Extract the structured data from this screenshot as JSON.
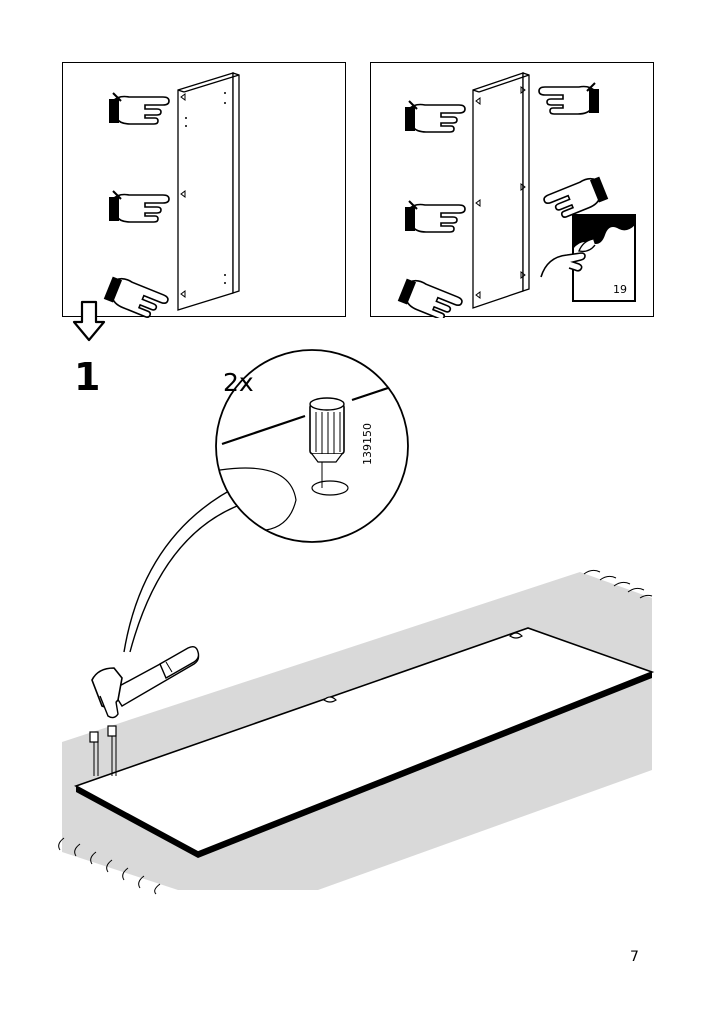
{
  "step": {
    "number": "1",
    "quantity": "2x",
    "part_number": "139150"
  },
  "reference": {
    "page": "19"
  },
  "footer": {
    "page_number": "7"
  },
  "colors": {
    "line": "#000000",
    "floor_mat": "#d9d9d9",
    "background": "#ffffff"
  },
  "icons": {
    "pointing_hand": "pointing-hand-icon",
    "next_arrow": "down-arrow-icon",
    "hammer": "hammer-icon",
    "peel_sticker": "peel-sticker-icon"
  }
}
